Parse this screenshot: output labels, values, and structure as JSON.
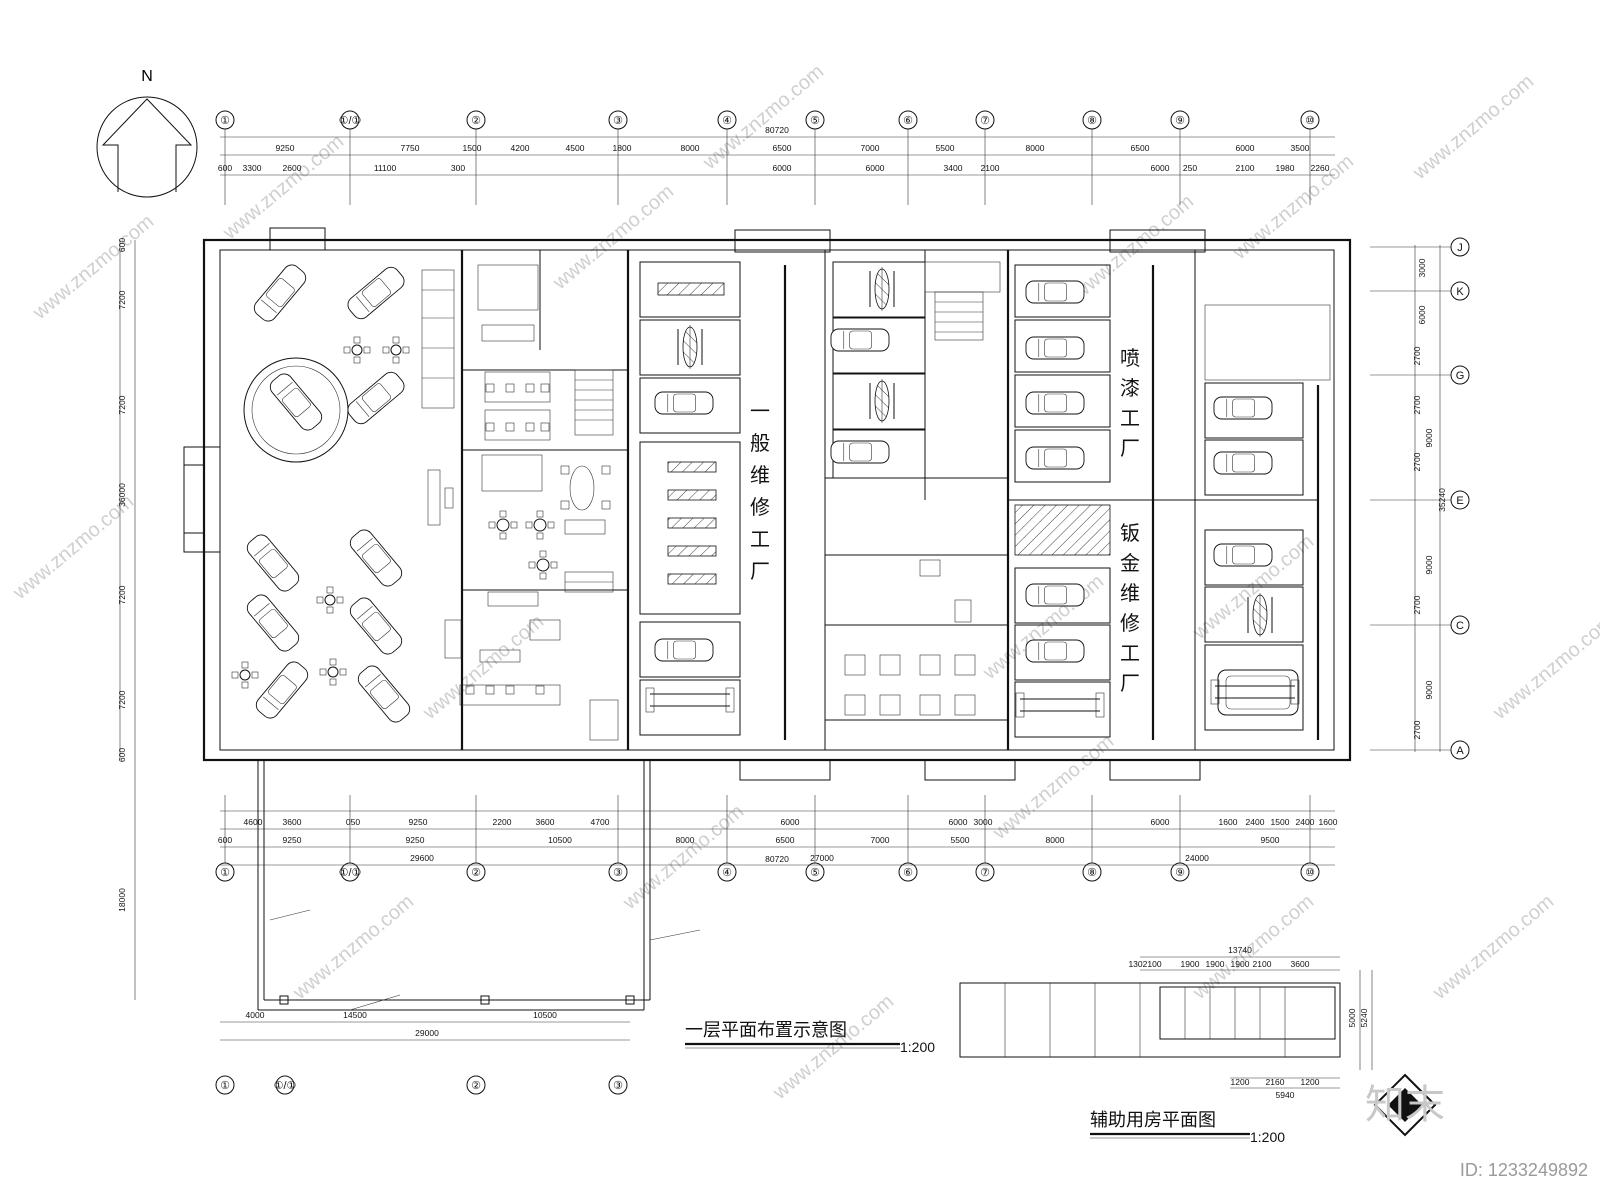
{
  "north": "N",
  "title_main": "一层平面布置示意图",
  "scale_main": "1:200",
  "title_aux": "辅助用房平面图",
  "scale_aux": "1:200",
  "rooms": {
    "general_repair": [
      "一",
      "般",
      "维",
      "修",
      "工",
      "厂"
    ],
    "paint_shop": [
      "喷",
      "漆",
      "工",
      "厂"
    ],
    "sheet_metal": [
      "钣",
      "金",
      "维",
      "修",
      "工",
      "厂"
    ]
  },
  "top_axes": [
    "①",
    "①/①",
    "②",
    "③",
    "④",
    "⑤",
    "⑥",
    "⑦",
    "⑧",
    "⑨",
    "⑩"
  ],
  "right_axes": [
    "J",
    "K",
    "G",
    "E",
    "C",
    "A"
  ],
  "top_dims": {
    "total": "80720",
    "row1": [
      "9250",
      "7750",
      "1500",
      "4200",
      "4500",
      "1800",
      "8000",
      "6500",
      "7000",
      "5500",
      "8000",
      "6500",
      "6000",
      "3500"
    ],
    "row2": [
      "600",
      "3300",
      "2600",
      "11100",
      "300",
      "6000",
      "6000",
      "3400",
      "2100",
      "6000",
      "250",
      "2100",
      "1980",
      "2260"
    ]
  },
  "bottom_dims": {
    "row1": [
      "4600",
      "3600",
      "050",
      "9250",
      "2200",
      "3600",
      "4700",
      "6000",
      "6000",
      "3000",
      "6000",
      "1600",
      "2400",
      "1500",
      "2400",
      "1600"
    ],
    "row2": [
      "600",
      "9250",
      "9250",
      "10500",
      "8000",
      "6500",
      "7000",
      "5500",
      "8000",
      "9500"
    ],
    "row3": [
      "29600",
      "27000",
      "24000"
    ],
    "total": "80720"
  },
  "left_dims": [
    "600",
    "7200",
    "7200",
    "36000",
    "7200",
    "7200",
    "600",
    "18000"
  ],
  "right_dims": [
    "3000",
    "6000",
    "2700",
    "2700",
    "9000",
    "2700",
    "9000",
    "2700",
    "9000",
    "2700",
    "35240"
  ],
  "annex_dims": {
    "bottom": [
      "4000",
      "14500",
      "10500"
    ],
    "total": "29000"
  },
  "aux_dims": {
    "top_total": "13740",
    "top": [
      "1302100",
      "1900",
      "1900",
      "1900",
      "2100",
      "3600"
    ],
    "right": [
      "5000",
      "5240"
    ],
    "bottom": [
      "1200",
      "2160",
      "1200"
    ],
    "bottom_total": "5940"
  },
  "watermark": "www.znzmo.com",
  "brand_text": "知末",
  "id_text": "ID: 1233249892"
}
